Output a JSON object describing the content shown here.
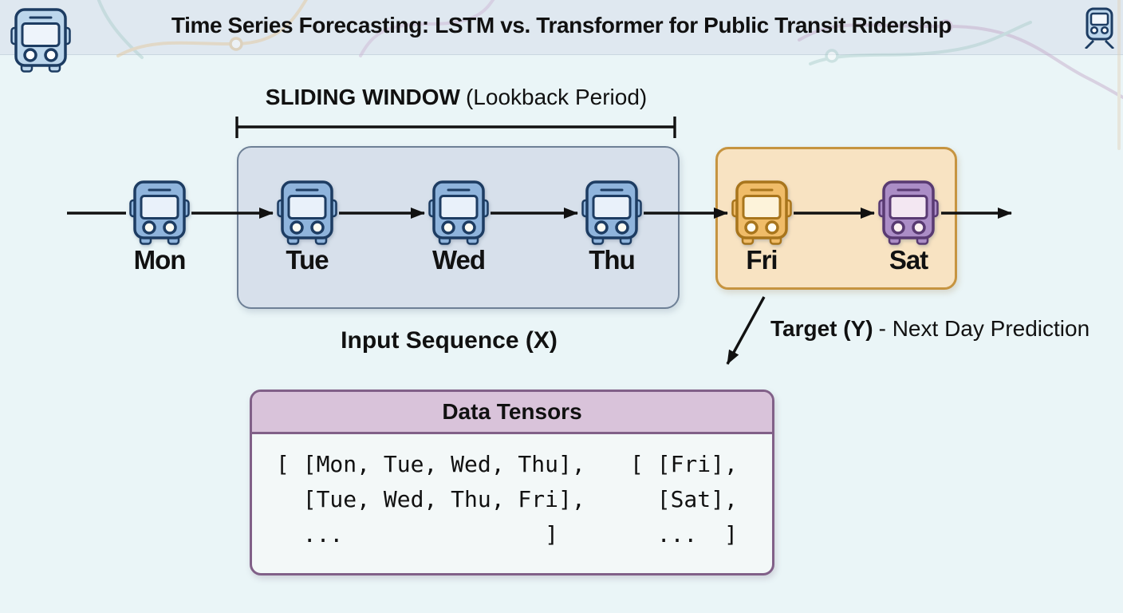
{
  "header": {
    "title": "Time Series Forecasting: LSTM vs. Transformer for Public Transit Ridership",
    "left_icon": "bus-icon",
    "right_icon": "train-icon"
  },
  "sliding_window": {
    "title_bold": "SLIDING WINDOW",
    "title_regular": "(Lookback Period)"
  },
  "timeline": {
    "days": [
      {
        "label": "Mon",
        "bus_color": "blue",
        "group": "none"
      },
      {
        "label": "Tue",
        "bus_color": "blue",
        "group": "input-window"
      },
      {
        "label": "Wed",
        "bus_color": "blue",
        "group": "input-window"
      },
      {
        "label": "Thu",
        "bus_color": "blue",
        "group": "input-window"
      },
      {
        "label": "Fri",
        "bus_color": "orange",
        "group": "target"
      },
      {
        "label": "Sat",
        "bus_color": "purple",
        "group": "target"
      }
    ]
  },
  "annotations": {
    "input_sequence": "Input Sequence (X)",
    "target_bold": "Target (Y)",
    "target_rest": "- Next Day Prediction"
  },
  "tensor_box": {
    "title": "Data Tensors",
    "x_tensor": "[ [Mon, Tue, Wed, Thu],\n  [Tue, Wed, Thu, Fri],\n  ...               ]",
    "y_tensor": "[ [Fri],\n  [Sat],\n  ...  ]"
  },
  "colors": {
    "background": "#eaf5f7",
    "header_background": "#dfe8f0",
    "window_box_fill": "#d7e0eb",
    "window_box_border": "#6e8096",
    "target_box_fill": "#f8e3c2",
    "target_box_border": "#c69440",
    "tensor_border": "#816088",
    "tensor_header_fill": "#d9c3da",
    "bus_blue": "#8fb4dc",
    "bus_orange": "#f0bc68",
    "bus_purple": "#ab8dc6",
    "arrow": "#111111"
  }
}
